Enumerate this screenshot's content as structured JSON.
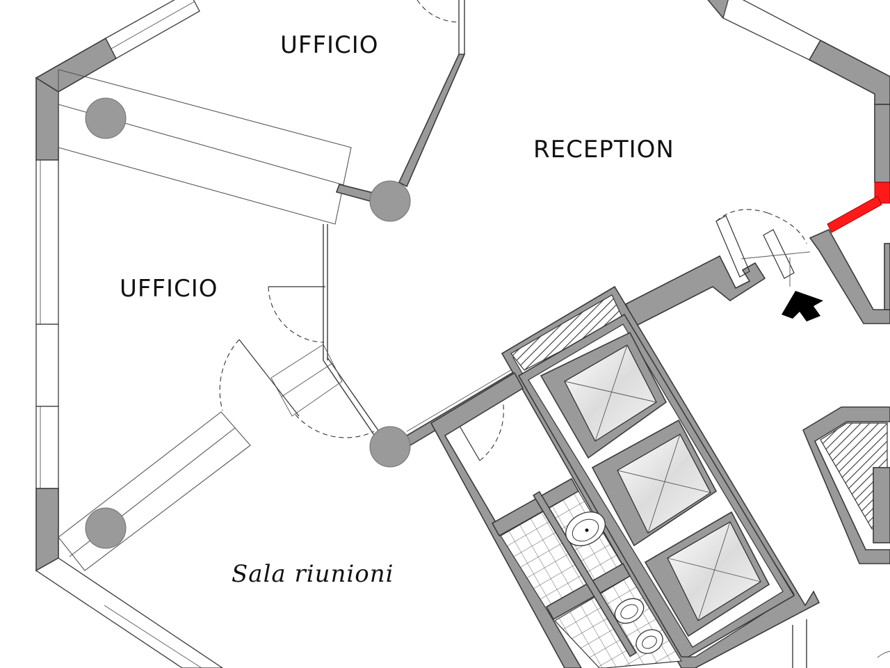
{
  "rooms": {
    "ufficio_top": "UFFICIO",
    "reception": "RECEPTION",
    "ufficio_left": "UFFICIO",
    "sala_riunioni": "Sala riunioni"
  },
  "colors": {
    "wall": "#9a9a9a",
    "highlight_wall": "#ff1a1a",
    "background": "#ffffff"
  },
  "icons": {
    "entrance": "entrance-arrow-icon"
  }
}
